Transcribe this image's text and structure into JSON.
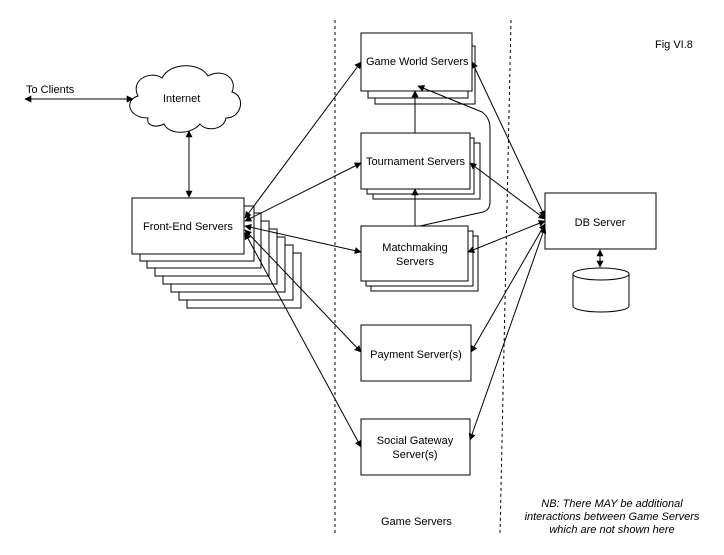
{
  "figure_label": "Fig VI.8",
  "clients_label": "To Clients",
  "internet_label": "Internet",
  "frontend_label": "Front-End Servers",
  "gameworld_label": "Game World Servers",
  "tournament_label": "Tournament Servers",
  "matchmaking_label": [
    "Matchmaking",
    "Servers"
  ],
  "payment_label": "Payment Server(s)",
  "social_label": [
    "Social Gateway",
    "Server(s)"
  ],
  "db_label": "DB Server",
  "region_label": "Game Servers",
  "note_lines": [
    "NB: There MAY be additional",
    "interactions between Game Servers",
    "which are not shown here"
  ]
}
